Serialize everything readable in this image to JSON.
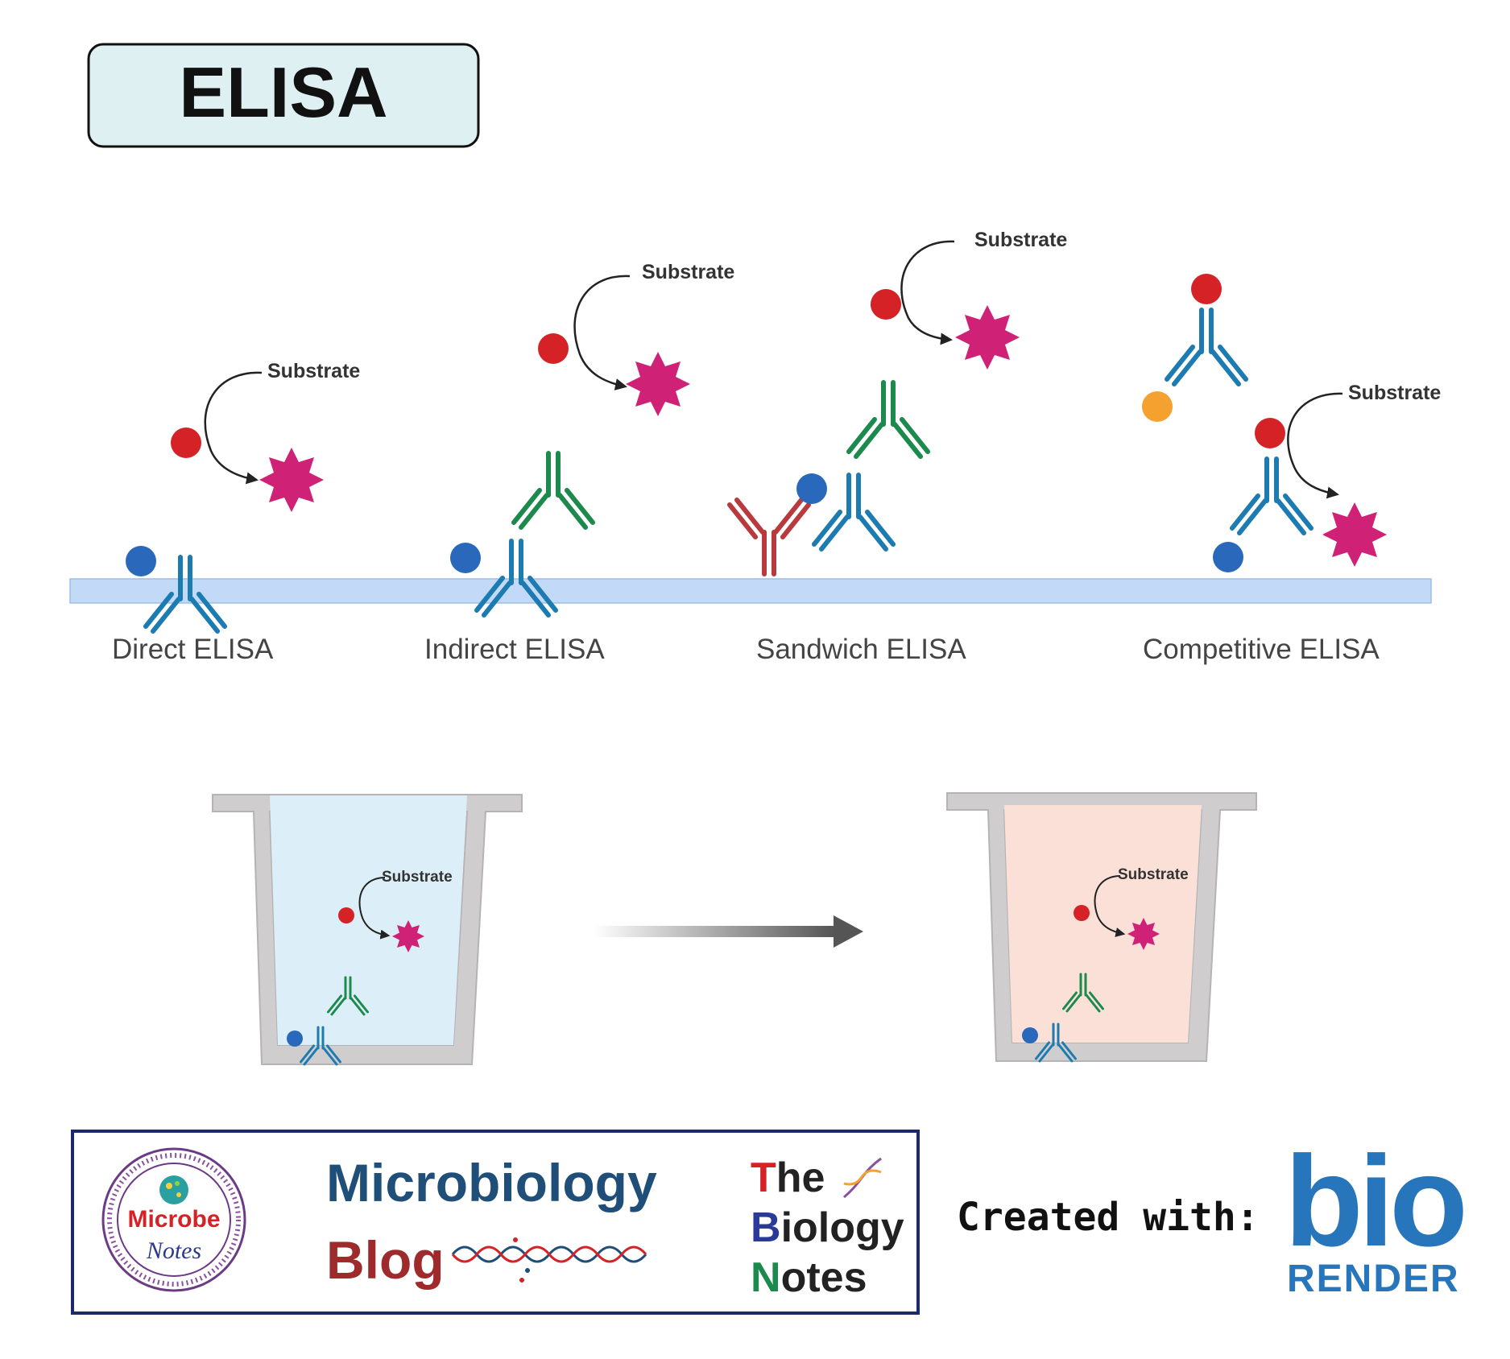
{
  "title": "ELISA",
  "colors": {
    "title_box_fill": "#dff0f3",
    "plate": "#c2d9f7",
    "blue_antibody": "#1c7bb0",
    "green_antibody": "#1c8a4c",
    "red_antibody": "#b83a3c",
    "enzyme_red": "#d42226",
    "antigen_blue": "#2a68bb",
    "competitor_orange": "#f5a130",
    "product_magenta": "#cf2176",
    "well_gray": "#cfcdcd",
    "well_blue_fill": "#dceef8",
    "well_pink_fill": "#fbe0d8",
    "banner_border": "#1a2a6c",
    "biorender_blue": "#2776bb"
  },
  "assays": [
    {
      "label": "Direct ELISA",
      "substrate_label": "Substrate"
    },
    {
      "label": "Indirect ELISA",
      "substrate_label": "Substrate"
    },
    {
      "label": "Sandwich ELISA",
      "substrate_label": "Substrate"
    },
    {
      "label": "Competitive ELISA",
      "substrate_label": "Substrate"
    }
  ],
  "wells": [
    {
      "substrate_label": "Substrate",
      "state": "before"
    },
    {
      "substrate_label": "Substrate",
      "state": "after"
    }
  ],
  "banner": {
    "microbe_notes_line1": "Microbe",
    "microbe_notes_line2": "Notes",
    "microbiology_blog_line1": "Microbiology",
    "microbiology_blog_line2": "Blog",
    "biology_notes_lines": [
      "The",
      "Biology",
      "Notes"
    ]
  },
  "credit": {
    "created_with": "Created with:",
    "logo_main": "bio",
    "logo_sub": "RENDER"
  },
  "icons": [
    "antibody-icon",
    "enzyme-icon",
    "antigen-icon",
    "product-star-icon",
    "curved-arrow-icon",
    "well-icon",
    "process-arrow-icon",
    "dna-icon"
  ]
}
